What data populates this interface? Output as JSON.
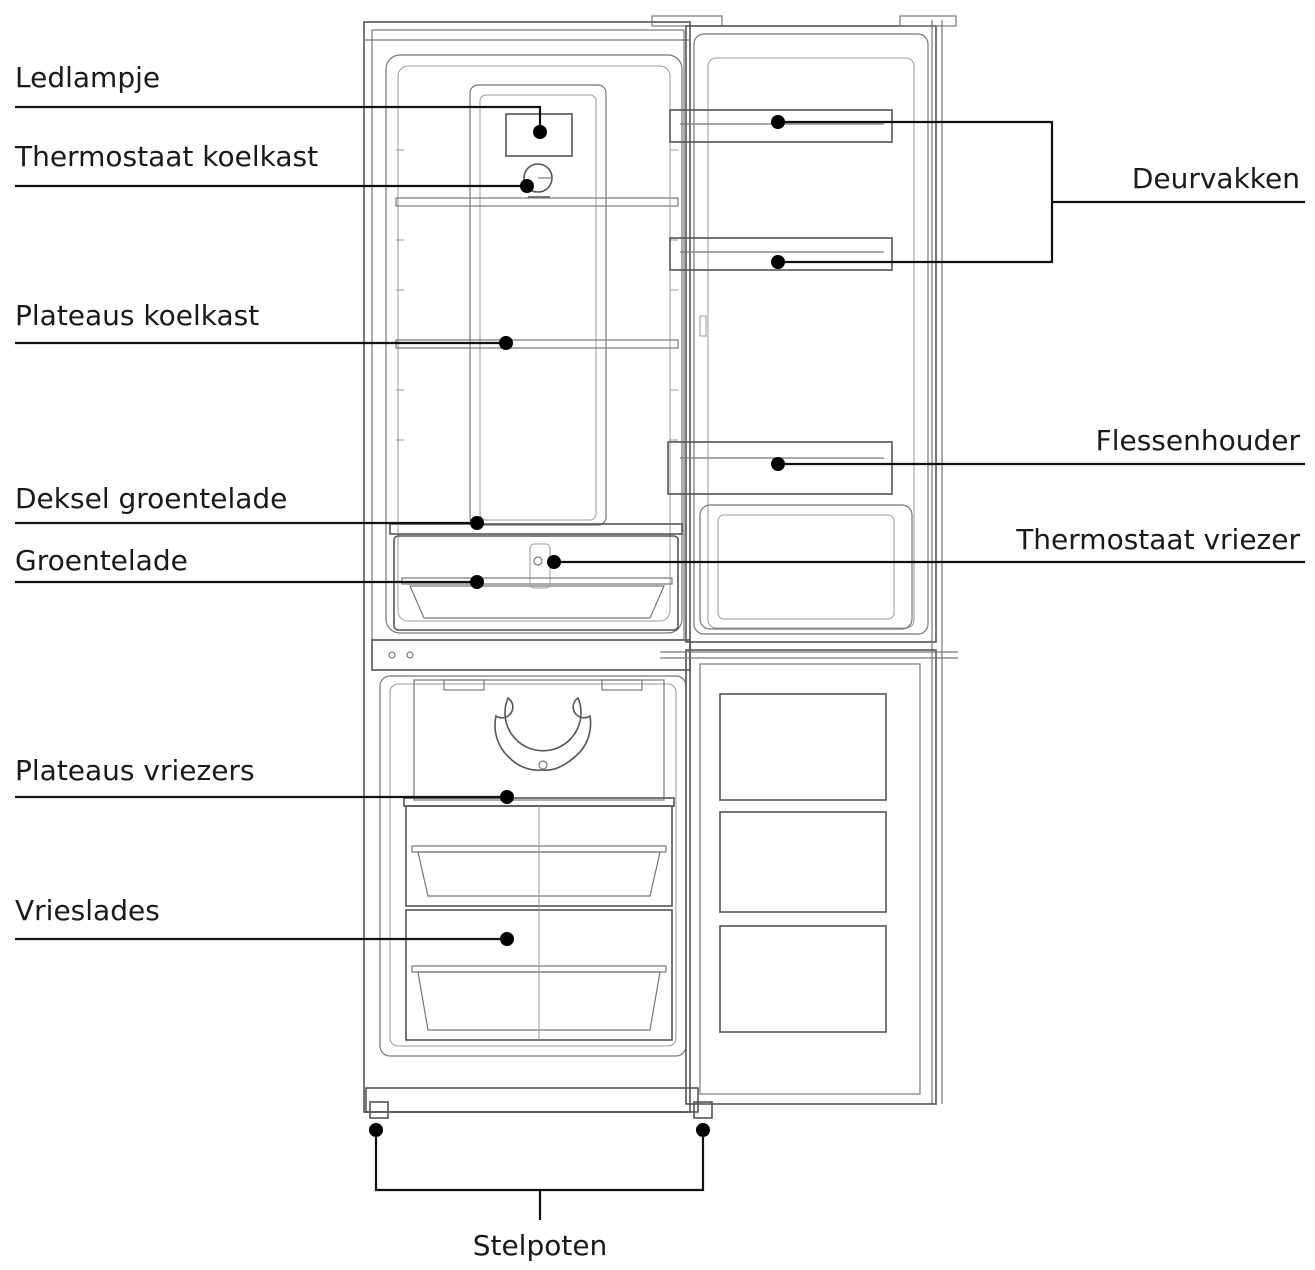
{
  "labels": {
    "ledlampje": "Ledlampje",
    "thermostaat_koelkast": "Thermostaat koelkast",
    "plateaus_koelkast": "Plateaus koelkast",
    "deksel_groentelade": "Deksel groentelade",
    "groentelade": "Groentelade",
    "plateaus_vriezers": "Plateaus vriezers",
    "vrieslades": "Vrieslades",
    "deurvakken": "Deurvakken",
    "flessenhouder": "Flessenhouder",
    "thermostaat_vriezer": "Thermostaat vriezer",
    "stelpoten": "Stelpoten"
  }
}
